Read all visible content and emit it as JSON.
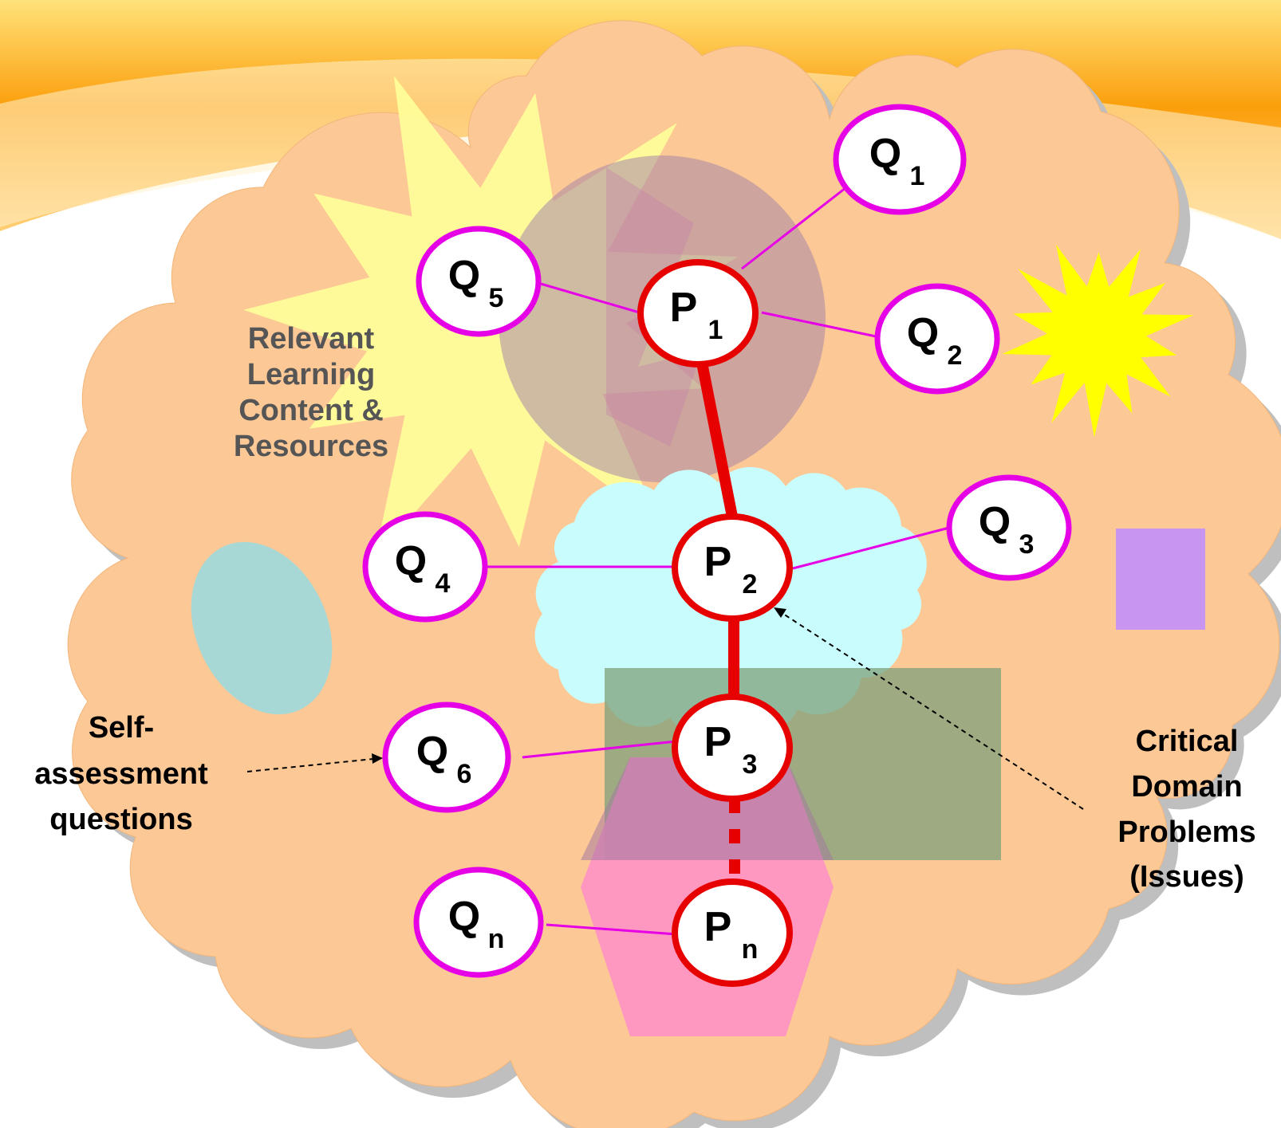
{
  "colors": {
    "cloud_fill": "#FCC896",
    "cloud_shadow": "#BDBDBD",
    "question_ring": "#E600E6",
    "problem_ring": "#E60000",
    "link_line": "#E600E6",
    "chain_line": "#E60000",
    "banner_orange": "#FB9E0B",
    "small_cloud": "#C9FDFD",
    "starburst_yellow": "#FFFF00",
    "starburst_pale": "#FFFF99",
    "violet_square": "#C896F0",
    "green_rect": "#8CB07D",
    "pink_hexagon": "#FF99CC",
    "purple_circle": "#B48CA8",
    "teal_ellipse": "#A8D8D6"
  },
  "problems": [
    {
      "id": "P1",
      "letter": "P",
      "sub": "1"
    },
    {
      "id": "P2",
      "letter": "P",
      "sub": "2"
    },
    {
      "id": "P3",
      "letter": "P",
      "sub": "3"
    },
    {
      "id": "Pn",
      "letter": "P",
      "sub": "n"
    }
  ],
  "questions": [
    {
      "id": "Q1",
      "letter": "Q",
      "sub": "1"
    },
    {
      "id": "Q2",
      "letter": "Q",
      "sub": "2"
    },
    {
      "id": "Q3",
      "letter": "Q",
      "sub": "3"
    },
    {
      "id": "Q4",
      "letter": "Q",
      "sub": "4"
    },
    {
      "id": "Q5",
      "letter": "Q",
      "sub": "5"
    },
    {
      "id": "Q6",
      "letter": "Q",
      "sub": "6"
    },
    {
      "id": "Qn",
      "letter": "Q",
      "sub": "n"
    }
  ],
  "labels": {
    "resources": [
      "Relevant",
      "Learning",
      "Content &",
      "Resources"
    ],
    "self_assessment": [
      "Self-",
      "assessment",
      "questions"
    ],
    "critical": [
      "Critical",
      "Domain",
      "Problems",
      "(Issues)"
    ]
  }
}
